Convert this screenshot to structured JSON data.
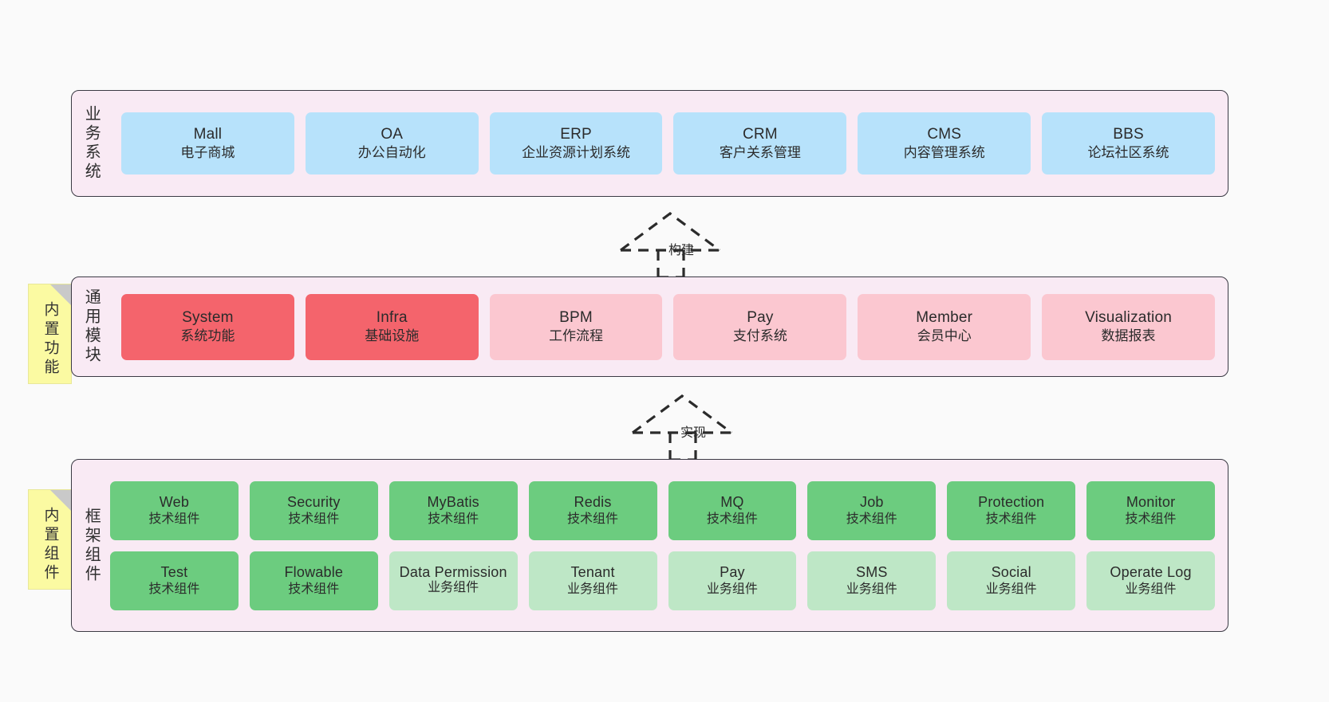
{
  "diagram": {
    "background": "#fafafa",
    "panel_fill": "#F9EAF4",
    "panel_stroke": "#3b3a44",
    "sticky_fill": "#FBFAA2"
  },
  "layers": [
    {
      "id": "business-systems",
      "title": "业务系统",
      "card_color": "#B7E2FB",
      "cards": [
        {
          "en": "Mall",
          "cn": "电子商城"
        },
        {
          "en": "OA",
          "cn": "办公自动化"
        },
        {
          "en": "ERP",
          "cn": "企业资源计划系统"
        },
        {
          "en": "CRM",
          "cn": "客户关系管理"
        },
        {
          "en": "CMS",
          "cn": "内容管理系统"
        },
        {
          "en": "BBS",
          "cn": "论坛社区系统"
        }
      ]
    },
    {
      "id": "common-modules",
      "title": "通用模块",
      "sticky": "内置功能",
      "accent_color": "#F4646C",
      "soft_color": "#FBC7D0",
      "cards": [
        {
          "en": "System",
          "cn": "系统功能",
          "style": "accent"
        },
        {
          "en": "Infra",
          "cn": "基础设施",
          "style": "accent"
        },
        {
          "en": "BPM",
          "cn": "工作流程",
          "style": "soft"
        },
        {
          "en": "Pay",
          "cn": "支付系统",
          "style": "soft"
        },
        {
          "en": "Member",
          "cn": "会员中心",
          "style": "soft"
        },
        {
          "en": "Visualization",
          "cn": "数据报表",
          "style": "soft"
        }
      ]
    },
    {
      "id": "framework-components",
      "title": "框架组件",
      "sticky": "内置组件",
      "tech_color": "#6CCC7F",
      "biz_color": "#BEE7C6",
      "rows": [
        [
          {
            "en": "Web",
            "cn": "技术组件",
            "style": "tech"
          },
          {
            "en": "Security",
            "cn": "技术组件",
            "style": "tech"
          },
          {
            "en": "MyBatis",
            "cn": "技术组件",
            "style": "tech"
          },
          {
            "en": "Redis",
            "cn": "技术组件",
            "style": "tech"
          },
          {
            "en": "MQ",
            "cn": "技术组件",
            "style": "tech"
          },
          {
            "en": "Job",
            "cn": "技术组件",
            "style": "tech"
          },
          {
            "en": "Protection",
            "cn": "技术组件",
            "style": "tech"
          },
          {
            "en": "Monitor",
            "cn": "技术组件",
            "style": "tech"
          }
        ],
        [
          {
            "en": "Test",
            "cn": "技术组件",
            "style": "tech"
          },
          {
            "en": "Flowable",
            "cn": "技术组件",
            "style": "tech"
          },
          {
            "en": "Data Permission",
            "cn": "业务组件",
            "style": "biz"
          },
          {
            "en": "Tenant",
            "cn": "业务组件",
            "style": "biz"
          },
          {
            "en": "Pay",
            "cn": "业务组件",
            "style": "biz"
          },
          {
            "en": "SMS",
            "cn": "业务组件",
            "style": "biz"
          },
          {
            "en": "Social",
            "cn": "业务组件",
            "style": "biz"
          },
          {
            "en": "Operate Log",
            "cn": "业务组件",
            "style": "biz"
          }
        ]
      ]
    }
  ],
  "connectors": [
    {
      "id": "build",
      "label": "构建"
    },
    {
      "id": "implement",
      "label": "实现"
    }
  ]
}
